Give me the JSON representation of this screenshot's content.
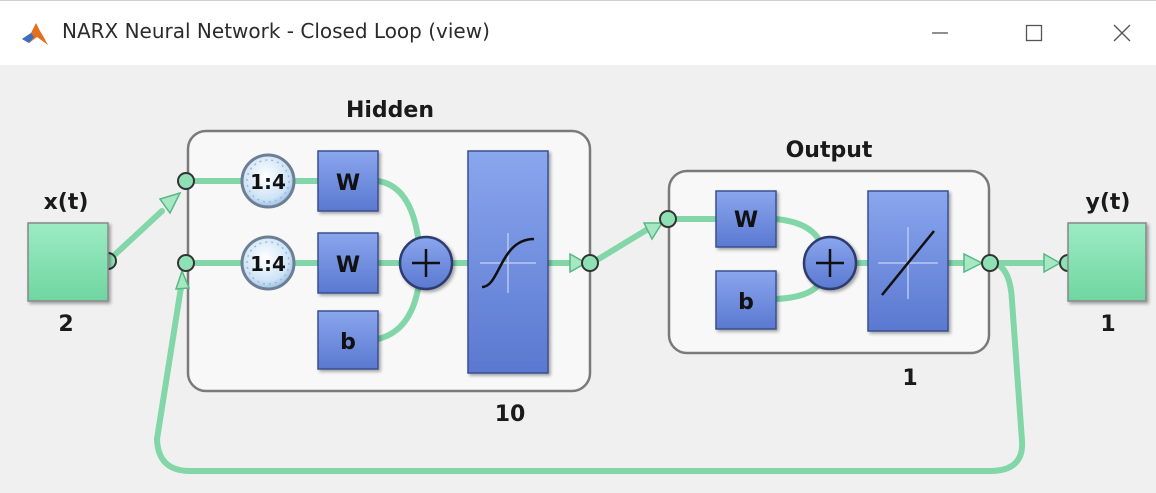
{
  "window": {
    "title": "NARX Neural Network - Closed Loop (view)",
    "icons": {
      "app": "matlab-logo-icon",
      "minimize": "minimize-icon",
      "maximize": "maximize-icon",
      "close": "close-icon"
    }
  },
  "diagram": {
    "input": {
      "label": "x(t)",
      "size": "2"
    },
    "hidden": {
      "title": "Hidden",
      "size": "10",
      "delays": [
        "1:4",
        "1:4"
      ],
      "weights": [
        "W",
        "W"
      ],
      "bias": "b",
      "transfer": "tansig"
    },
    "output_layer": {
      "title": "Output",
      "size": "1",
      "weight": "W",
      "bias": "b",
      "transfer": "purelin"
    },
    "output": {
      "label": "y(t)",
      "size": "1"
    },
    "colors": {
      "io_box": "#7fe0ad",
      "line": "#82d6a8",
      "block": "#6f8fe0",
      "layer_bg": "#f7f7f7"
    }
  }
}
